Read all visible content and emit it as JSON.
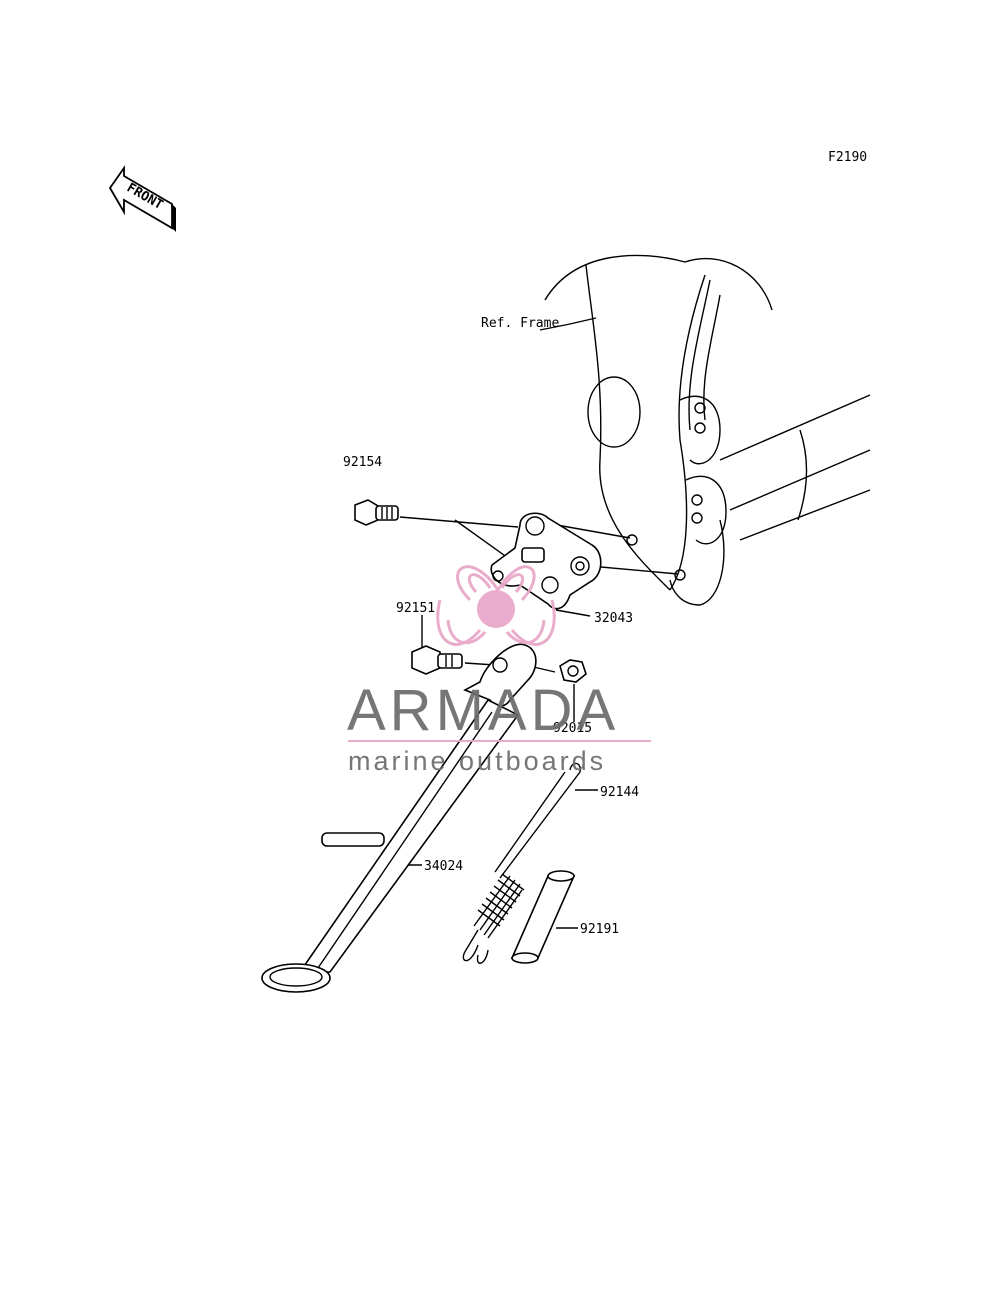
{
  "figure_code": "F2190",
  "front_label": "FRONT",
  "ref_frame_label": "Ref. Frame",
  "parts": {
    "bolt_top": "92154",
    "bracket": "32043",
    "bolt_pivot": "92151",
    "nut": "92015",
    "spring": "92144",
    "stand": "34024",
    "sleeve": "92191"
  },
  "watermark": {
    "brand": "ARMADA",
    "tagline": "marine outboards",
    "logo_color": "#e9a6c8",
    "text_color": "#6b6b6b"
  }
}
